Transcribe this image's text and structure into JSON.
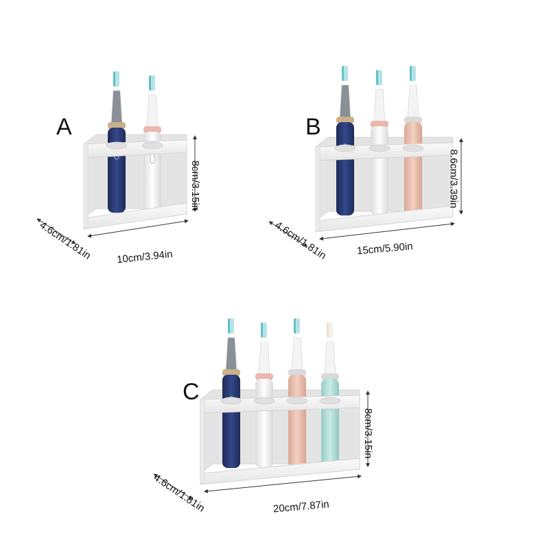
{
  "colors": {
    "holder": "#f2f2f2",
    "holder_edge": "#d6d6d6",
    "holder_shadow": "#e4e4e4",
    "navy": "#2c3e78",
    "navy_dark": "#1e2a57",
    "gold": "#c9b08a",
    "white_brush": "#f1f1f1",
    "rose": "#e8b7ad",
    "peach": "#eec6b6",
    "mint": "#b9e1dc",
    "gray_head": "#8b8f96",
    "bristle_teal": "#5fc1c8",
    "bristle_white": "#f7f7f7",
    "bristle_cream": "#e9e0c8",
    "dim_line": "#333333",
    "text": "#111111"
  },
  "variants": [
    {
      "label": "A",
      "brush_colors": [
        "navy",
        "white_brush"
      ],
      "dims": {
        "depth": "4.6cm/1.81in",
        "width": "10cm/3.94in",
        "height": "8cm/3.15in"
      }
    },
    {
      "label": "B",
      "brush_colors": [
        "navy",
        "white_brush",
        "peach"
      ],
      "dims": {
        "depth": "4.6cm/1.81in",
        "width": "15cm/5.90in",
        "height": "8.6cm/3.39in"
      }
    },
    {
      "label": "C",
      "brush_colors": [
        "navy",
        "white_brush",
        "peach",
        "mint"
      ],
      "dims": {
        "depth": "4.6cm/1.81in",
        "width": "20cm/7.87in",
        "height": "8cm/3.15in"
      }
    }
  ]
}
